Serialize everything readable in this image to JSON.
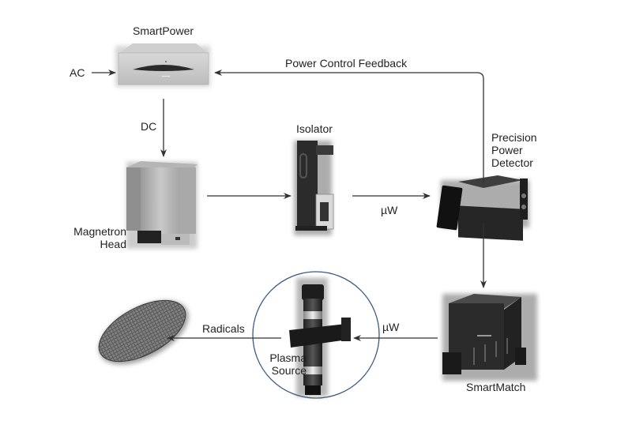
{
  "components": {
    "smartpower": "SmartPower",
    "isolator": "Isolator",
    "detector_line1": "Precision",
    "detector_line2": "Power",
    "detector_line3": "Detector",
    "magnetron_line1": "Magnetron",
    "magnetron_line2": "Head",
    "smartmatch": "SmartMatch",
    "plasma_line1": "Plasma",
    "plasma_line2": "Source"
  },
  "connections": {
    "ac": "AC",
    "dc": "DC",
    "feedback": "Power Control Feedback",
    "uw_top": "µW",
    "uw_bottom": "µW",
    "radicals": "Radicals"
  },
  "colors": {
    "arrow": "#333333",
    "circle": "#3b5a82"
  }
}
